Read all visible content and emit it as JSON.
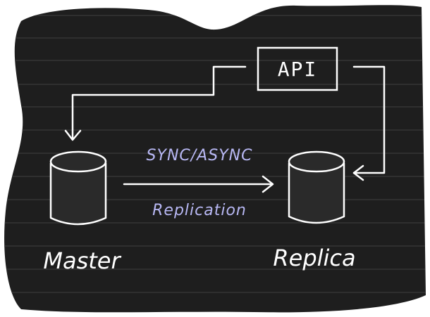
{
  "diagram": {
    "nodes": {
      "api": {
        "label": "API"
      },
      "master": {
        "label": "Master"
      },
      "replica": {
        "label": "Replica"
      }
    },
    "edges": {
      "replication_mode": "SYNC/ASYNC",
      "replication_name": "Replication"
    },
    "colors": {
      "background": "#1e1e1e",
      "stroke": "#ffffff",
      "annotation": "#b8b8f4",
      "ruled_lines": "#3a3a3a"
    }
  }
}
